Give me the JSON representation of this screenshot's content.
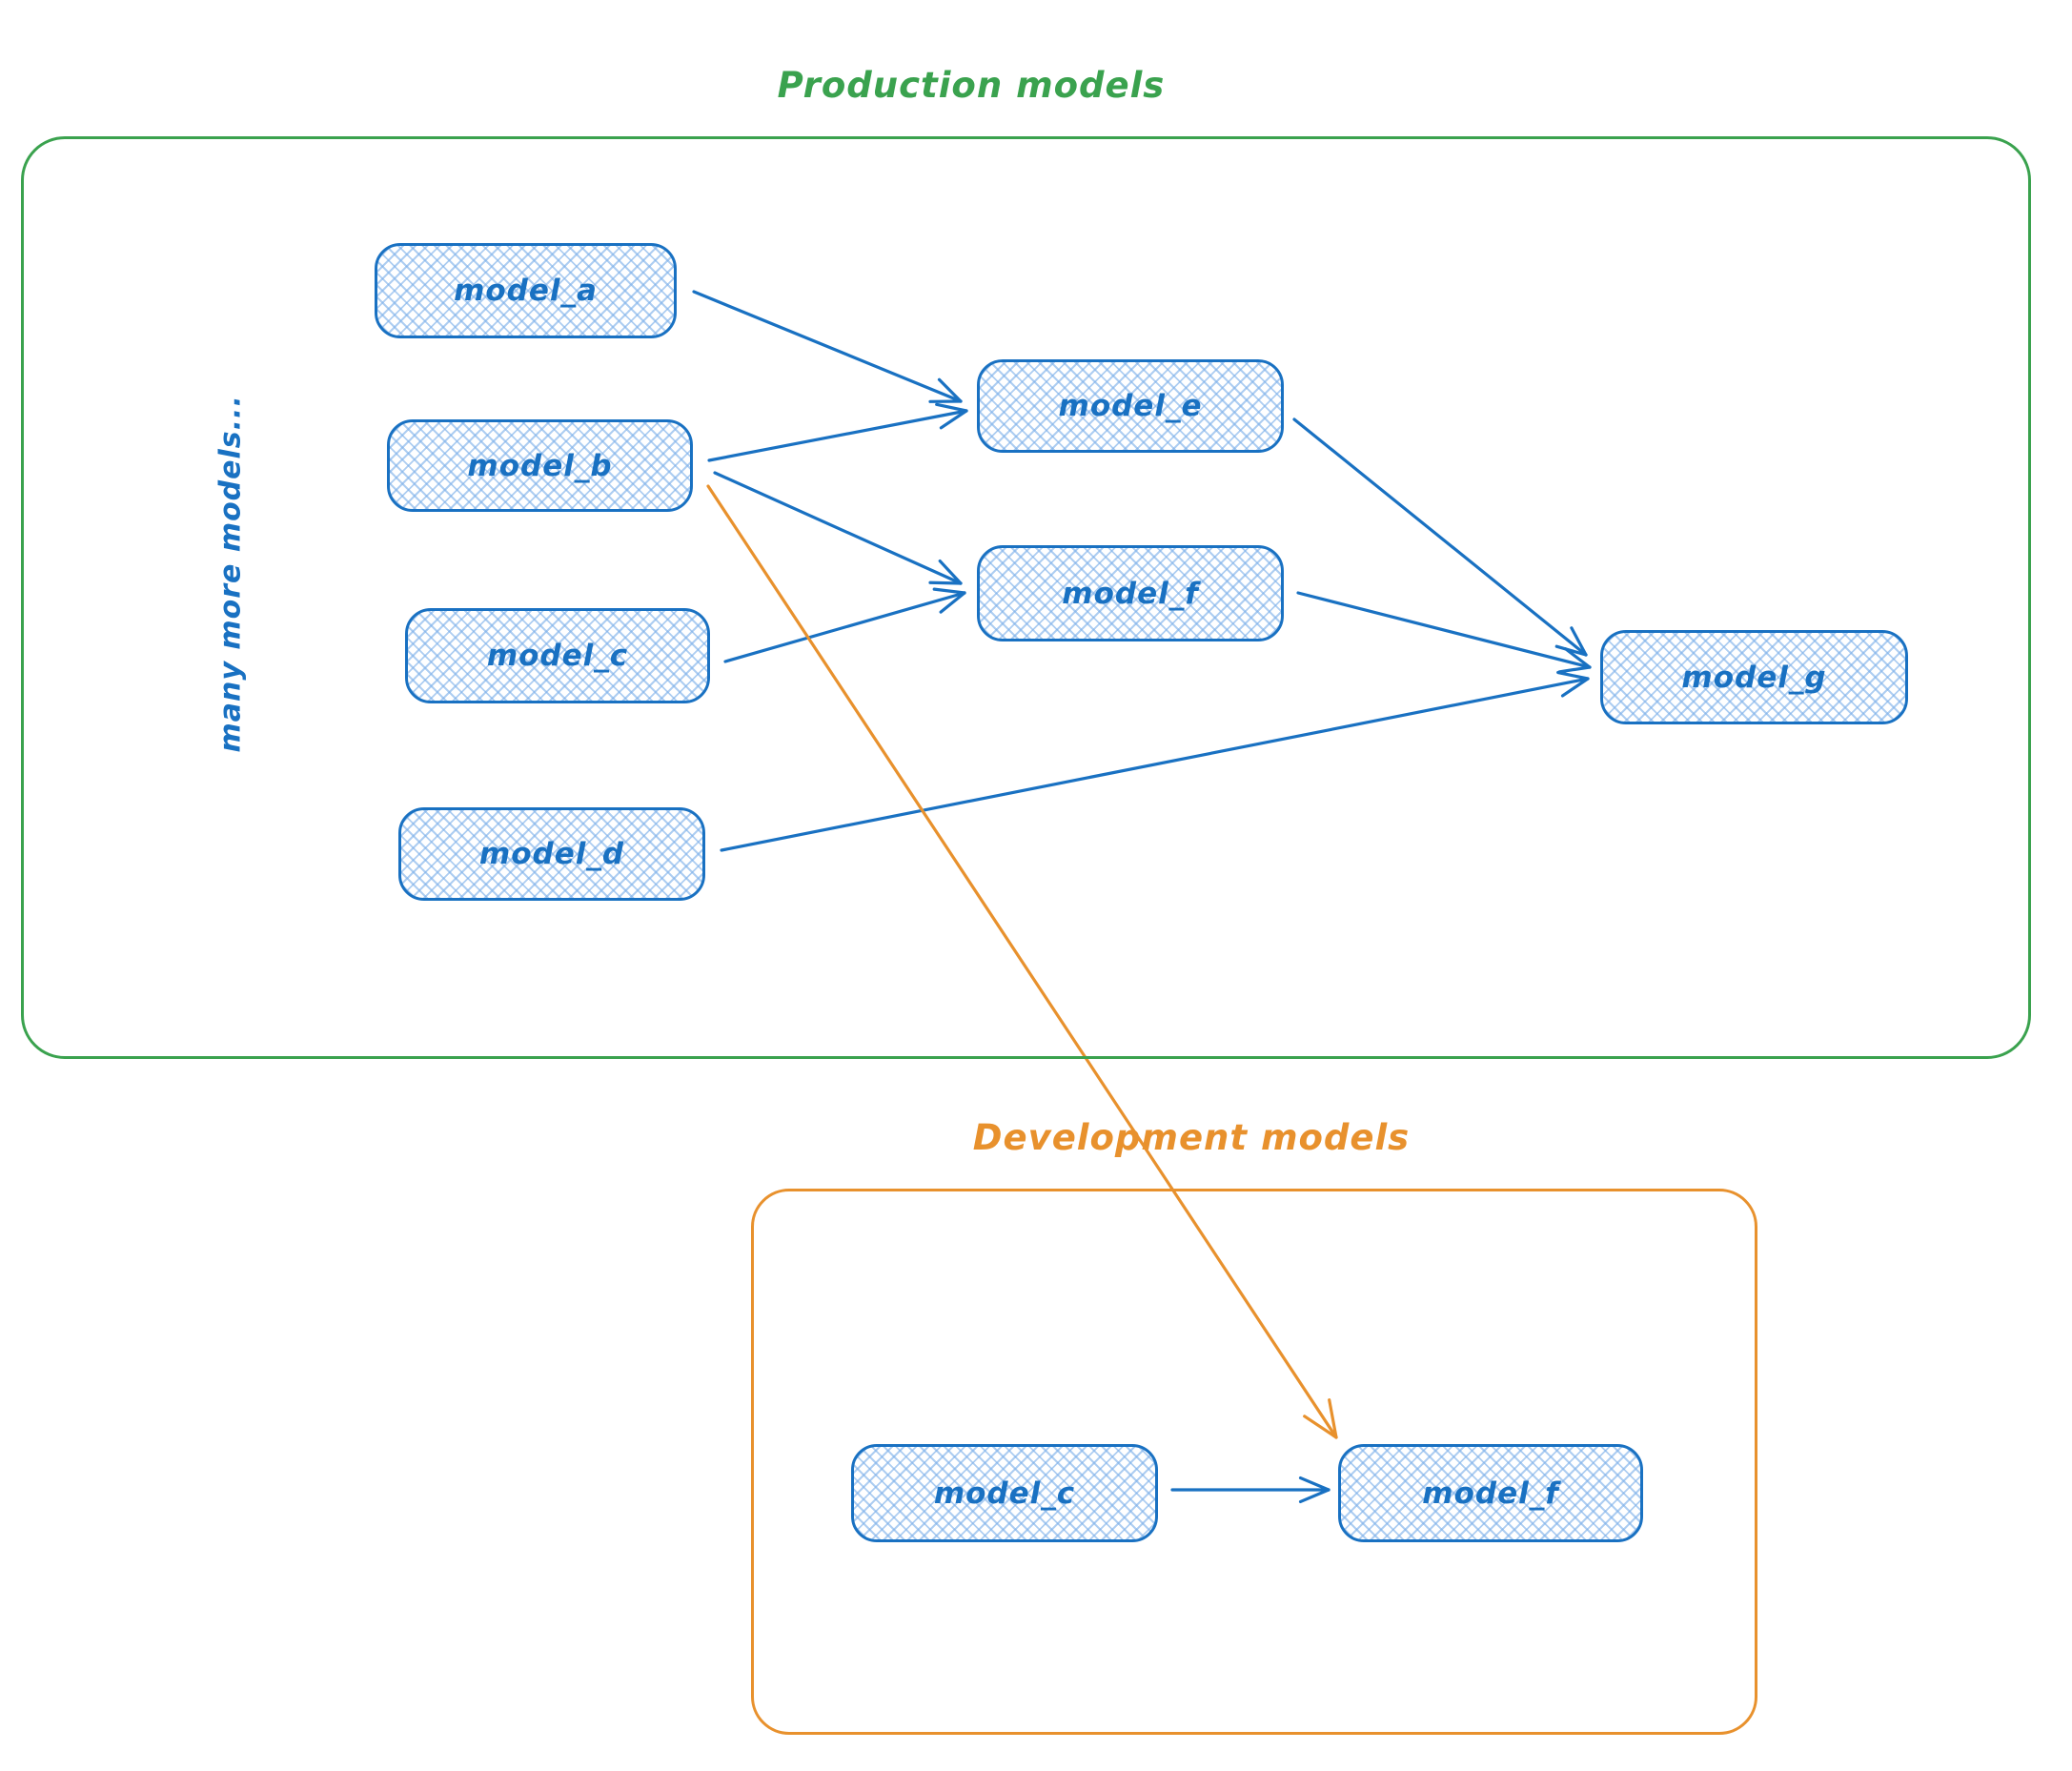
{
  "colors": {
    "blue": "#1971c2",
    "blue_fill": "#a5d8ff",
    "green": "#3aa24e",
    "orange": "#e8912d"
  },
  "production": {
    "title": "Production models",
    "side_note": "many more models...",
    "nodes": [
      {
        "id": "model_a",
        "label": "model_a"
      },
      {
        "id": "model_b",
        "label": "model_b"
      },
      {
        "id": "model_c",
        "label": "model_c"
      },
      {
        "id": "model_d",
        "label": "model_d"
      },
      {
        "id": "model_e",
        "label": "model_e"
      },
      {
        "id": "model_f",
        "label": "model_f"
      },
      {
        "id": "model_g",
        "label": "model_g"
      }
    ]
  },
  "development": {
    "title": "Development models",
    "nodes": [
      {
        "id": "dev_model_c",
        "label": "model_c"
      },
      {
        "id": "dev_model_f",
        "label": "model_f"
      }
    ]
  },
  "edges": [
    {
      "from": "model_a",
      "to": "model_e",
      "color": "blue"
    },
    {
      "from": "model_b",
      "to": "model_e",
      "color": "blue"
    },
    {
      "from": "model_b",
      "to": "model_f",
      "color": "blue"
    },
    {
      "from": "model_c",
      "to": "model_f",
      "color": "blue"
    },
    {
      "from": "model_e",
      "to": "model_g",
      "color": "blue"
    },
    {
      "from": "model_f",
      "to": "model_g",
      "color": "blue"
    },
    {
      "from": "model_d",
      "to": "model_g",
      "color": "blue"
    },
    {
      "from": "model_b",
      "to": "dev_model_f",
      "color": "orange"
    },
    {
      "from": "dev_model_c",
      "to": "dev_model_f",
      "color": "blue"
    }
  ]
}
